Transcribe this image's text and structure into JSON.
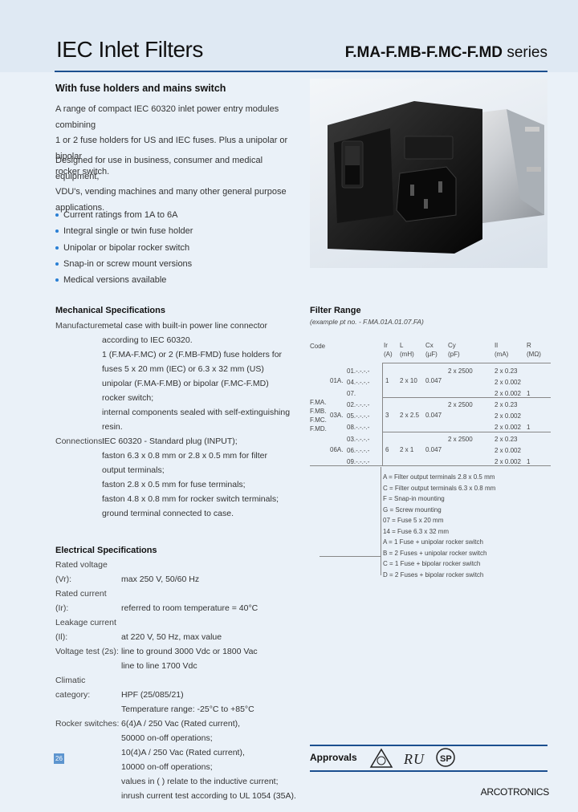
{
  "header": {
    "title": "IEC Inlet Filters",
    "series_code": "F.MA-F.MB-F.MC-F.MD",
    "series_word": "series"
  },
  "intro": {
    "subtitle": "With fuse holders and mains switch",
    "para1": [
      "A range of compact IEC 60320 inlet power entry modules combining",
      "1 or 2 fuse holders for US and IEC fuses. Plus a unipolar or bipolar",
      "rocker switch."
    ],
    "para2": [
      "Designed for use in business, consumer and medical equipment,",
      "VDU's, vending machines and many other general purpose",
      "applications."
    ],
    "bullets": [
      "Current ratings from 1A to 6A",
      "Integral single or twin fuse holder",
      "Unipolar or bipolar rocker switch",
      "Snap-in or screw mount versions",
      "Medical versions available"
    ]
  },
  "mechanical": {
    "heading": "Mechanical Specifications",
    "manufacture_label": "Manufacture:",
    "manufacture_lines": [
      "metal case with built-in power line connector",
      "according to IEC 60320.",
      "1 (F.MA-F.MC) or 2 (F.MB-FMD) fuse holders for",
      "fuses 5 x 20 mm (IEC) or 6.3 x 32 mm (US)",
      "unipolar (F.MA-F.MB) or bipolar (F.MC-F.MD)",
      "rocker switch;",
      "internal components sealed with self-extinguishing",
      "resin."
    ],
    "connections_label": "Connections:",
    "connections_lines": [
      "IEC 60320 - Standard plug (INPUT);",
      "faston 6.3 x 0.8 mm or 2.8 x 0.5 mm for filter",
      "output terminals;",
      "faston 2.8 x 0.5 mm for fuse terminals;",
      "faston 4.8 x 0.8 mm for rocker switch terminals;",
      "ground terminal connected to case."
    ]
  },
  "electrical": {
    "heading": "Electrical Specifications",
    "rows": [
      {
        "label": "Rated voltage (Vr):",
        "value": "max 250 V, 50/60 Hz"
      },
      {
        "label": "Rated current (Ir):",
        "value": "referred to room temperature = 40°C"
      },
      {
        "label": "Leakage current (Il):",
        "value": "at 220 V, 50 Hz, max value"
      },
      {
        "label": "Voltage test (2s):",
        "value": "line to ground 3000 Vdc or 1800 Vac"
      },
      {
        "label": "",
        "value": "line to line 1700 Vdc"
      },
      {
        "label": "Climatic category:",
        "value": "HPF (25/085/21)"
      },
      {
        "label": "",
        "value": "Temperature range: -25°C to +85°C"
      },
      {
        "label": "Rocker switches:",
        "value": "6(4)A / 250 Vac (Rated current),"
      },
      {
        "label": "",
        "value": "50000 on-off operations;"
      },
      {
        "label": "",
        "value": "10(4)A / 250 Vac (Rated current),"
      },
      {
        "label": "",
        "value": "10000 on-off operations;"
      },
      {
        "label": "",
        "value": "values in ( ) relate to the inductive current;"
      },
      {
        "label": "",
        "value": "inrush current test according to UL 1054 (35A)."
      }
    ]
  },
  "filter_range": {
    "heading": "Filter Range",
    "example": "(example pt no. - F.MA.01A.01.07.FA)",
    "col_code": "Code",
    "columns": [
      {
        "name": "Ir",
        "unit": "(A)"
      },
      {
        "name": "L",
        "unit": "(mH)"
      },
      {
        "name": "Cx",
        "unit": "(µF)"
      },
      {
        "name": "Cy",
        "unit": "(pF)"
      },
      {
        "name": "Il",
        "unit": "(mA)"
      },
      {
        "name": "R",
        "unit": "(MΩ)"
      }
    ],
    "prefixes": [
      "F.MA.",
      "F.MB.",
      "F.MC.",
      "F.MD."
    ],
    "groups": [
      {
        "code": "01A.",
        "ir": "1",
        "l": "2 x 10",
        "cx": "0.047",
        "rows": [
          {
            "suffix": "01.-.-.-.-",
            "cy": "2 x 2500",
            "il": "2 x 0.23",
            "r": ""
          },
          {
            "suffix": "04.-.-.-.-",
            "cy": "",
            "il": "2 x 0.002",
            "r": ""
          },
          {
            "suffix": "07.",
            "cy": "",
            "il": "2 x 0.002",
            "r": "1"
          }
        ]
      },
      {
        "code": "03A.",
        "ir": "3",
        "l": "2 x 2.5",
        "cx": "0.047",
        "rows": [
          {
            "suffix": "02.-.-.-.-",
            "cy": "2 x 2500",
            "il": "2 x 0.23",
            "r": ""
          },
          {
            "suffix": "05.-.-.-.-",
            "cy": "",
            "il": "2 x 0.002",
            "r": ""
          },
          {
            "suffix": "08.-.-.-.-",
            "cy": "",
            "il": "2 x 0.002",
            "r": "1"
          }
        ]
      },
      {
        "code": "06A.",
        "ir": "6",
        "l": "2 x 1",
        "cx": "0.047",
        "rows": [
          {
            "suffix": "03.-.-.-.-",
            "cy": "2 x 2500",
            "il": "2 x 0.23",
            "r": ""
          },
          {
            "suffix": "06.-.-.-.-",
            "cy": "",
            "il": "2 x 0.002",
            "r": ""
          },
          {
            "suffix": "09.-.-.-.-",
            "cy": "",
            "il": "2 x 0.002",
            "r": "1"
          }
        ]
      }
    ],
    "legend": [
      "A = Filter output terminals 2.8 x 0.5 mm",
      "C = Filter output terminals 6.3 x 0.8 mm",
      "F = Snap-in mounting",
      "G = Screw mounting",
      "07 = Fuse 5 x 20 mm",
      "14 = Fuse 6.3 x 32 mm",
      "A = 1 Fuse + unipolar rocker switch",
      "B = 2 Fuses + unipolar rocker switch",
      "C = 1 Fuse + bipolar rocker switch",
      "D = 2 Fuses + bipolar rocker switch"
    ]
  },
  "footer": {
    "approvals": "Approvals",
    "page_number": "26",
    "brand": "ARCOTRONICS"
  }
}
